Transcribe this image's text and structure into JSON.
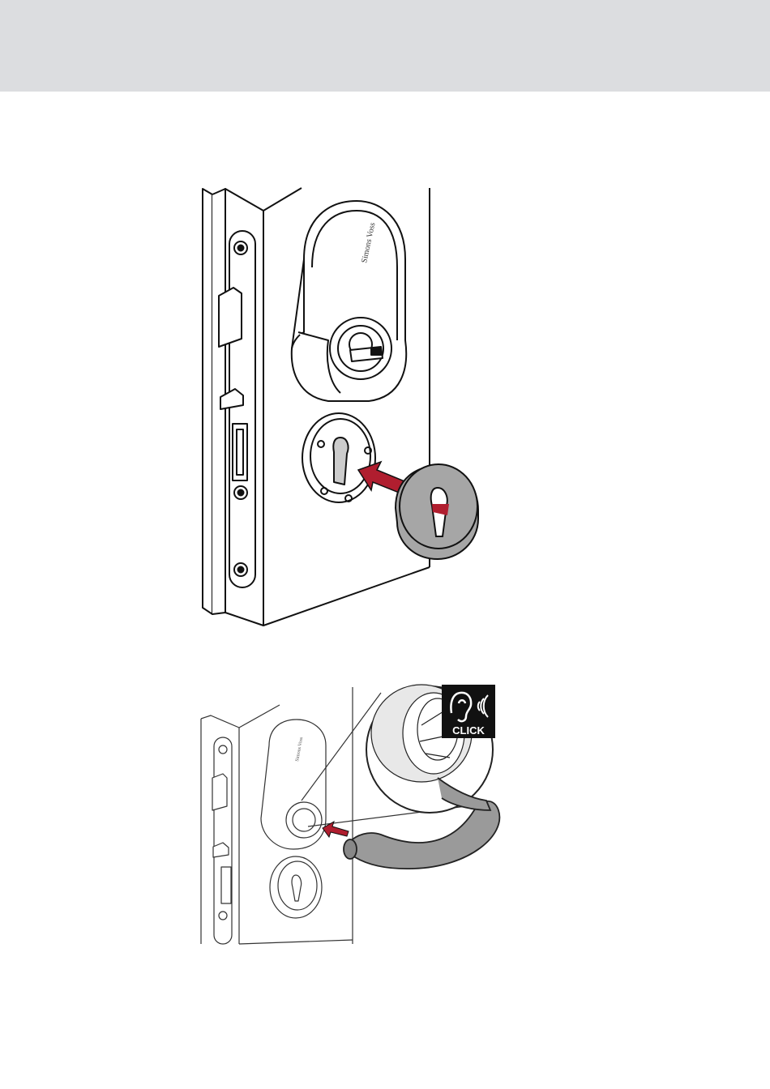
{
  "page": {
    "header_band_color": "#dcdde0",
    "background_color": "#ffffff"
  },
  "illustration_top": {
    "brand_text": "Simons Voss",
    "arrow_color": "#b01e2f",
    "rosette_color": "#a6a6a6"
  },
  "illustration_bottom": {
    "brand_text": "Simons Voss",
    "click_badge": {
      "label": "CLICK",
      "icons": [
        "ear-icon",
        "sound-waves-icon"
      ]
    },
    "handle_color": "#9a9a9a",
    "arrow_color": "#b01e2f"
  }
}
